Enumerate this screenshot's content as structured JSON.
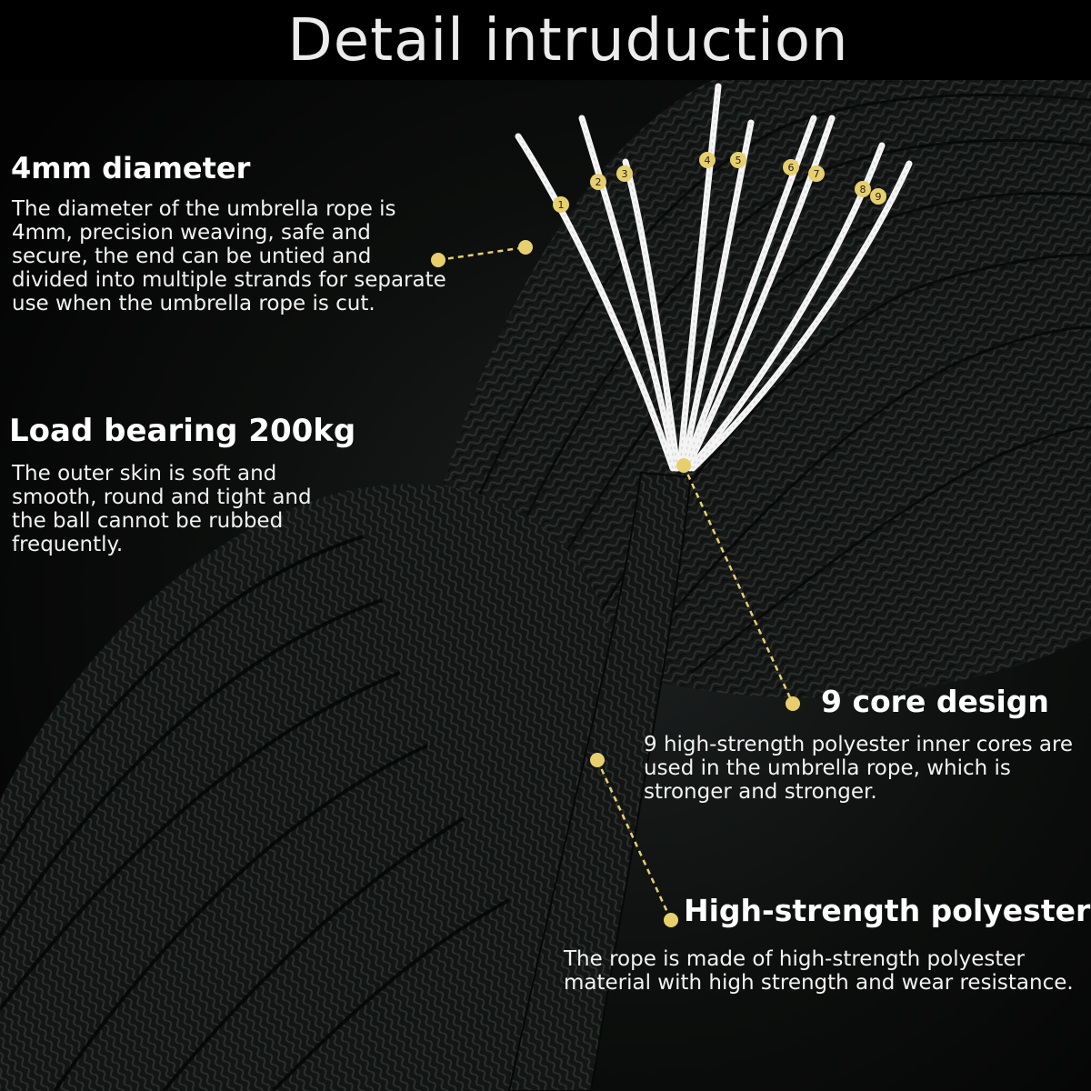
{
  "title": "Detail intruduction",
  "colors": {
    "background": "#050505",
    "rope": "#151817",
    "core_strand": "#f4f4f4",
    "accent": "#e8cf6e",
    "text": "#ffffff"
  },
  "features": {
    "diameter": {
      "heading": "4mm diameter",
      "text": "The diameter of the umbrella rope is 4mm, precision weaving, safe and secure, the end can be untied and divided into multiple strands for separate use when the umbrella rope is cut."
    },
    "load": {
      "heading": "Load bearing 200kg",
      "text": "The outer skin is soft and smooth, round and tight and the ball cannot be rubbed frequently."
    },
    "cores": {
      "heading": "9 core design",
      "text": "9 high-strength polyester inner cores are used in the umbrella rope, which is stronger and stronger."
    },
    "material": {
      "heading": "High-strength polyester",
      "text": "The rope is made of high-strength polyester material with high strength and wear resistance."
    }
  },
  "core_labels": [
    "1",
    "2",
    "3",
    "4",
    "5",
    "6",
    "7",
    "8",
    "9"
  ]
}
